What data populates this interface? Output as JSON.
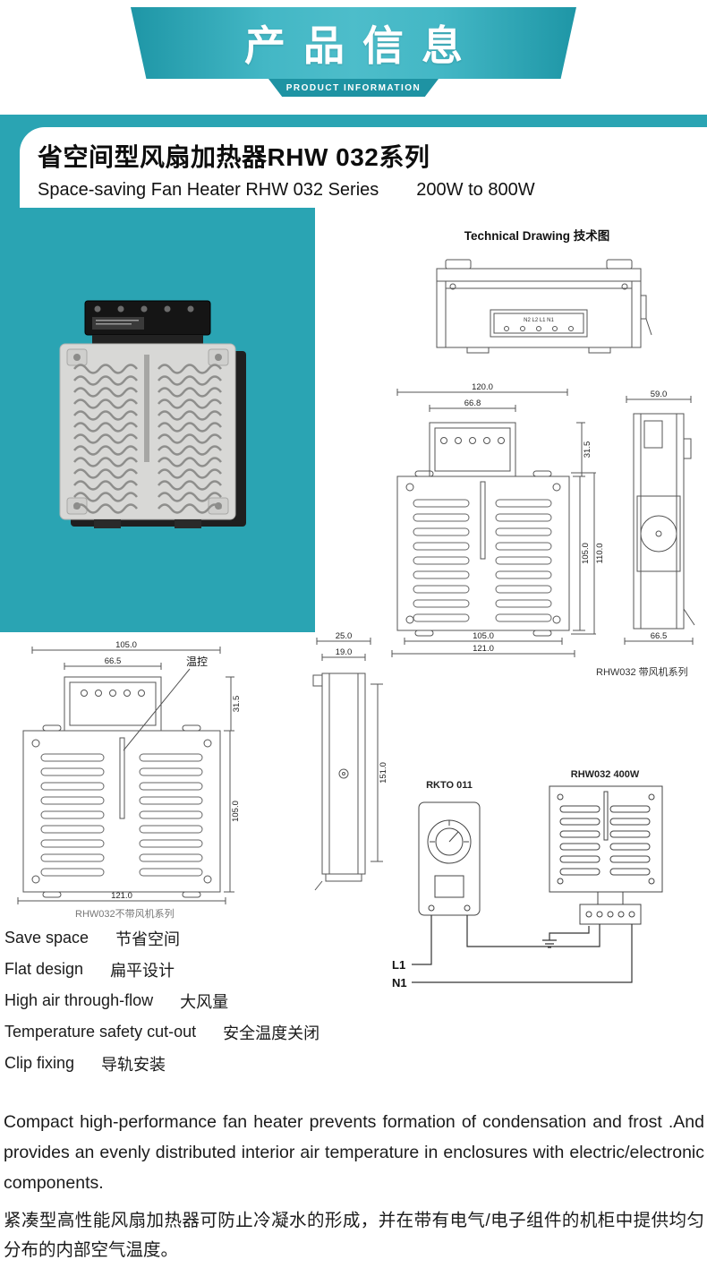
{
  "colors": {
    "teal": "#2aa4b3",
    "teal_dark": "#1e93a3",
    "banner_light": "#4dbdca"
  },
  "banner": {
    "title": "产品信息",
    "subtitle": "PRODUCT INFORMATION"
  },
  "header": {
    "title_cn": "省空间型风扇加热器RHW 032系列",
    "title_en": "Space-saving Fan Heater RHW 032 Series",
    "power": "200W to 800W"
  },
  "technical": {
    "heading": "Technical Drawing 技术图",
    "with_fan_series": "RHW032 带风机系列",
    "no_fan_series": "RHW032不带风机系列",
    "thermostat": "RKTO 011",
    "heater_model": "RHW032 400W",
    "temp_control": "温控",
    "l1": "L1",
    "n1": "N1",
    "terminals": "N2 L2 L1 N1",
    "dims": {
      "d120": "120.0",
      "d66_8": "66.8",
      "d31_5": "31.5",
      "d105": "105.0",
      "d110": "110.0",
      "d121": "121.0",
      "d59": "59.0",
      "d66_5": "66.5",
      "d25": "25.0",
      "d19": "19.0",
      "d151": "151.0"
    }
  },
  "features": [
    {
      "en": "Save space",
      "cn": "节省空间"
    },
    {
      "en": "Flat design",
      "cn": "扁平设计"
    },
    {
      "en": "High air through-flow",
      "cn": "大风量"
    },
    {
      "en": "Temperature safety cut-out",
      "cn": "安全温度关闭"
    },
    {
      "en": "Clip fixing",
      "cn": "导轨安装"
    }
  ],
  "description": {
    "en": "Compact high-performance fan heater prevents formation of condensation and frost .And provides an evenly distributed interior air temperature in enclosures with electric/electronic components.",
    "cn": "紧凑型高性能风扇加热器可防止冷凝水的形成，并在带有电气/电子组件的机柜中提供均匀分布的内部空气温度。"
  }
}
